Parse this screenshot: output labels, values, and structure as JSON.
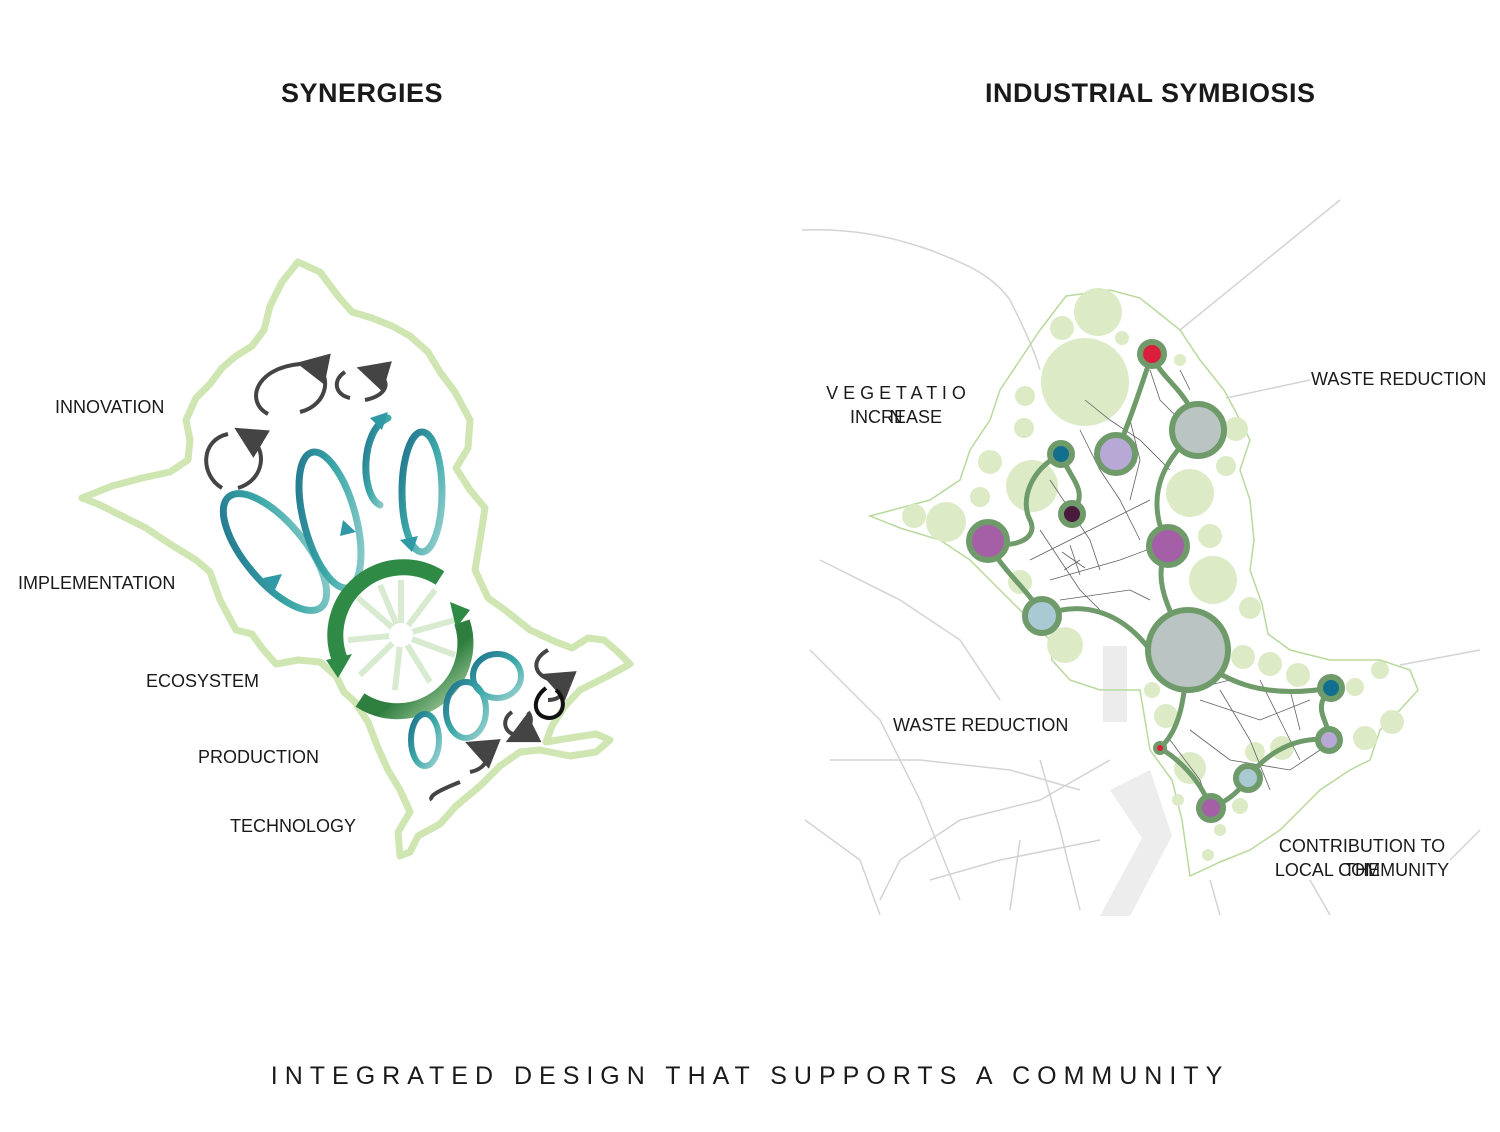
{
  "left_panel": {
    "title": "SYNERGIES",
    "labels": {
      "innovation": "INNOVATION",
      "implementation": "IMPLEMENTATION",
      "ecosystem": "ECOSYSTEM",
      "production": "PRODUCTION",
      "technology": "TECHNOLOGY"
    }
  },
  "right_panel": {
    "title": "INDUSTRIAL SYMBIOSIS",
    "labels": {
      "vegetation_line1": "V E G E T A T I O N",
      "vegetation_line2": "INCREASE",
      "waste_reduction_top": "WASTE REDUCTION",
      "waste_reduction_bottom": "WASTE REDUCTION",
      "community_line1": "CONTRIBUTION TO THE",
      "community_line2": "LOCAL COMMUNITY"
    }
  },
  "footer": "INTEGRATED DESIGN THAT SUPPORTS A COMMUNITY",
  "colors": {
    "outline_green": "#cfe6b3",
    "vegetation_green": "#dcebc6",
    "loop_dark_green": "#5e8a5a",
    "ring_dark_green": "#2e7d3e",
    "teal": "#1e7f96",
    "grey_arrow": "#444444",
    "node_grey": "#b9c4c3",
    "node_lilac": "#b7a8d6",
    "node_purple": "#a45fa6",
    "node_teal": "#136f8e",
    "node_red": "#d91f3b",
    "node_plum": "#4b1b3c",
    "node_light_blue": "#a9c9d3"
  }
}
